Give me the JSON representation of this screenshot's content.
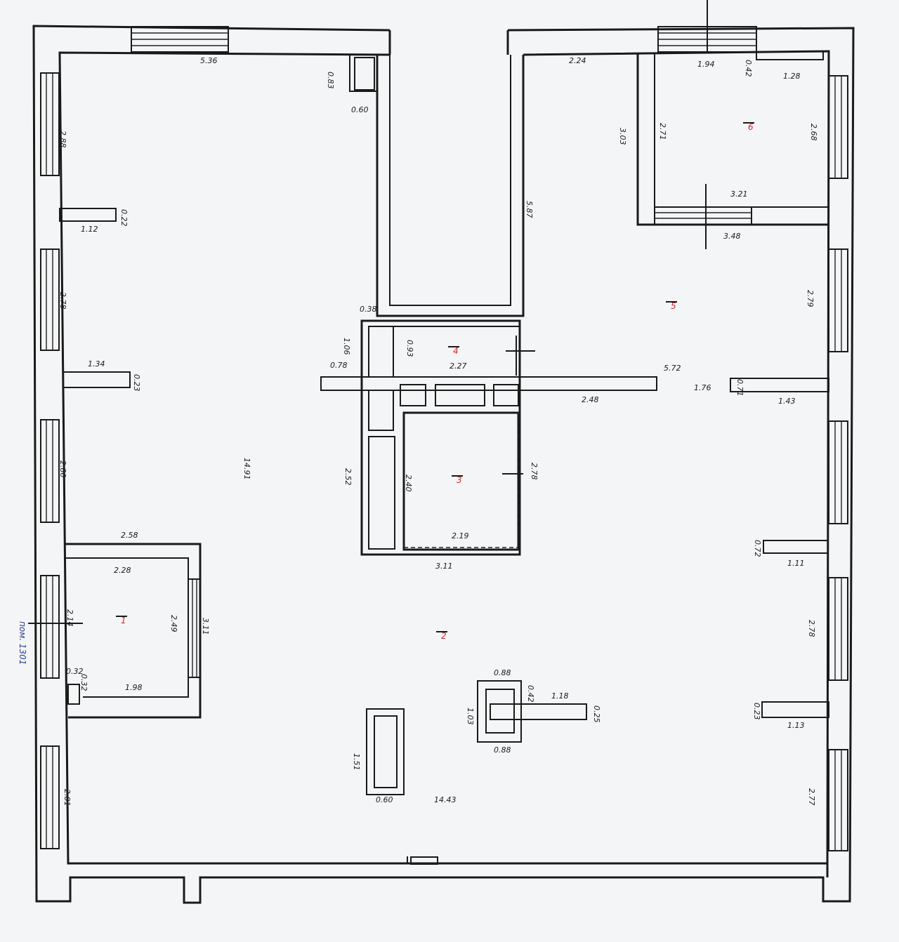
{
  "plan": {
    "room_labels": [
      "1",
      "2",
      "3",
      "4",
      "5",
      "6"
    ],
    "side_note": "пом. 1301",
    "dims": [
      "5.36",
      "0.83",
      "0.60",
      "2.24",
      "1.94",
      "1.28",
      "0.42",
      "2.88",
      "0.22",
      "1.12",
      "2.78",
      "1.34",
      "0.23",
      "2.80",
      "3.03",
      "2.71",
      "2.68",
      "3.21",
      "3.48",
      "5.87",
      "14.91",
      "0.38",
      "1.06",
      "0.78",
      "0.93",
      "2.27",
      "5.72",
      "1.76",
      "0.71",
      "1.43",
      "2.48",
      "2.79",
      "2.52",
      "2.40",
      "2.19",
      "2.78",
      "3.11",
      "2.58",
      "2.28",
      "2.14",
      "2.49",
      "3.11",
      "0.72",
      "1.11",
      "2.78",
      "0.32",
      "0.32",
      "1.98",
      "0.88",
      "0.42",
      "1.18",
      "1.03",
      "0.25",
      "0.88",
      "1.51",
      "0.60",
      "14.43",
      "0.23",
      "1.13",
      "2.81",
      "2.77"
    ]
  }
}
